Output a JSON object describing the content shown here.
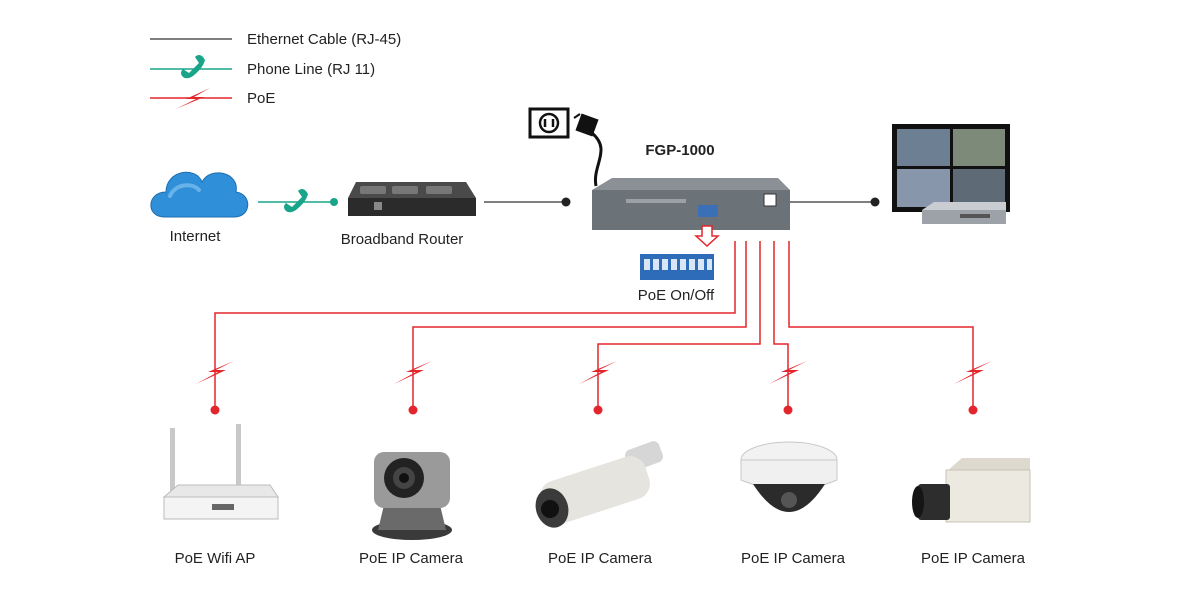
{
  "legend": {
    "ethernet": "Ethernet Cable (RJ-45)",
    "phone": "Phone Line (RJ 11)",
    "poe": "PoE"
  },
  "switch": {
    "name": "FGP-1000"
  },
  "nodes": {
    "internet": "Internet",
    "router": "Broadband Router",
    "poe_switch": "PoE On/Off"
  },
  "devices": [
    {
      "label": "PoE Wifi AP",
      "icon": "wifi-ap-icon"
    },
    {
      "label": "PoE IP Camera",
      "icon": "ptz-camera-icon"
    },
    {
      "label": "PoE IP Camera",
      "icon": "bullet-camera-icon"
    },
    {
      "label": "PoE IP Camera",
      "icon": "dome-camera-icon"
    },
    {
      "label": "PoE IP Camera",
      "icon": "box-camera-icon"
    }
  ],
  "colors": {
    "ethernet": "#333333",
    "phone": "#1aa58a",
    "poe": "#e3262b",
    "cloud": "#2f8fd8"
  }
}
